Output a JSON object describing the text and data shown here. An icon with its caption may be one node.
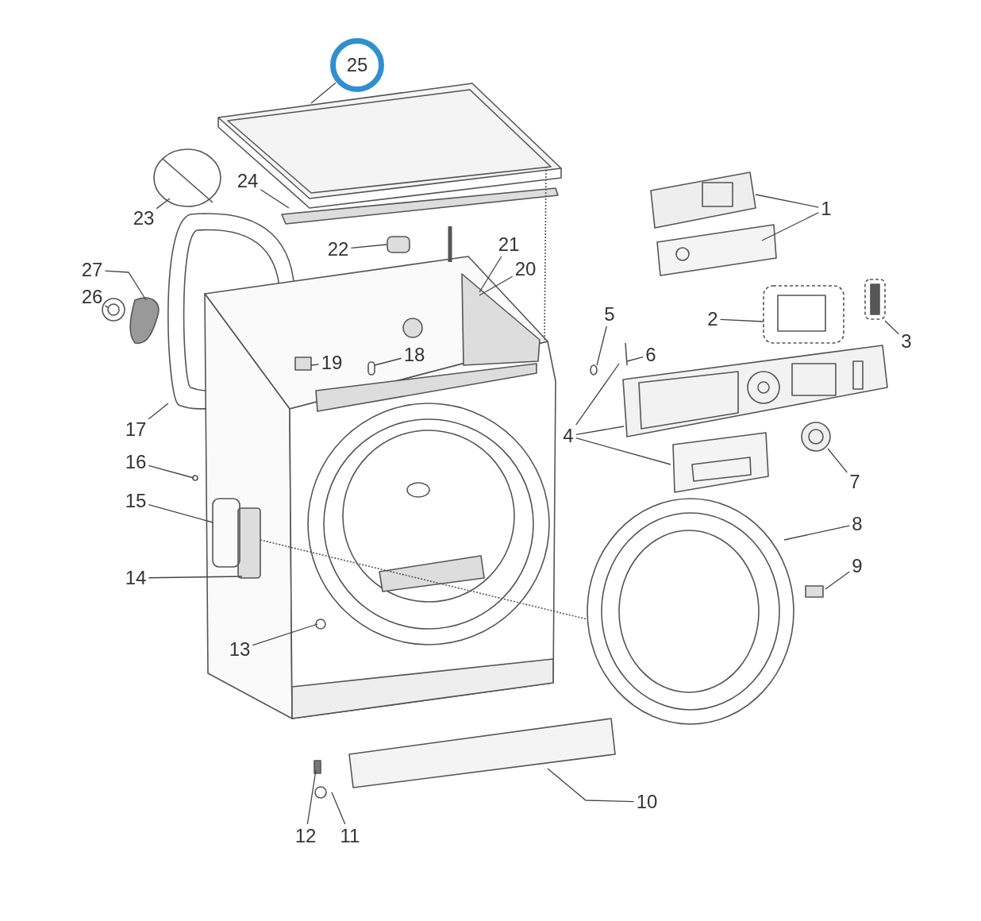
{
  "diagram": {
    "nodes": [
      {
        "text": [
          "1"
        ]
      },
      {
        "text": [
          "2"
        ]
      },
      {
        "text": [
          "3"
        ]
      },
      {
        "text": [
          "4"
        ]
      },
      {
        "text": [
          "5"
        ]
      },
      {
        "text": [
          "6"
        ]
      },
      {
        "text": [
          "7"
        ]
      },
      {
        "text": [
          "8"
        ]
      },
      {
        "text": [
          "9"
        ]
      },
      {
        "text": [
          "10"
        ]
      },
      {
        "text": [
          "11"
        ]
      },
      {
        "text": [
          "12"
        ]
      },
      {
        "text": [
          "13"
        ]
      },
      {
        "text": [
          "14"
        ]
      },
      {
        "text": [
          "15"
        ]
      },
      {
        "text": [
          "16"
        ]
      },
      {
        "text": [
          "17"
        ]
      },
      {
        "text": [
          "18"
        ]
      },
      {
        "text": [
          "19"
        ]
      },
      {
        "text": [
          "20"
        ]
      },
      {
        "text": [
          "21"
        ]
      },
      {
        "text": [
          "22"
        ]
      },
      {
        "text": [
          "23"
        ]
      },
      {
        "text": [
          "24"
        ]
      },
      {
        "text": [
          "25"
        ]
      },
      {
        "text": [
          "26"
        ]
      },
      {
        "text": [
          "27"
        ]
      }
    ],
    "edges": [
      {
        "from": 0,
        "to": null,
        "arrow": "none"
      },
      {
        "from": 0,
        "to": null,
        "arrow": "none"
      },
      {
        "from": 1,
        "to": null,
        "arrow": "none"
      },
      {
        "from": 2,
        "to": null,
        "arrow": "none"
      },
      {
        "from": 3,
        "to": null,
        "arrow": "none"
      },
      {
        "from": 3,
        "to": null,
        "arrow": "none"
      },
      {
        "from": 3,
        "to": null,
        "arrow": "none"
      },
      {
        "from": 4,
        "to": null,
        "arrow": "none"
      },
      {
        "from": 5,
        "to": null,
        "arrow": "none"
      },
      {
        "from": 6,
        "to": null,
        "arrow": "none"
      },
      {
        "from": 7,
        "to": null,
        "arrow": "none"
      },
      {
        "from": 8,
        "to": null,
        "arrow": "none"
      },
      {
        "from": 9,
        "to": null,
        "arrow": "none"
      },
      {
        "from": 10,
        "to": null,
        "arrow": "none"
      },
      {
        "from": 11,
        "to": null,
        "arrow": "none"
      },
      {
        "from": 12,
        "to": null,
        "arrow": "none"
      },
      {
        "from": 13,
        "to": null,
        "arrow": "none"
      },
      {
        "from": 14,
        "to": null,
        "arrow": "none"
      },
      {
        "from": 15,
        "to": null,
        "arrow": "none"
      },
      {
        "from": 16,
        "to": null,
        "arrow": "none"
      },
      {
        "from": 17,
        "to": null,
        "arrow": "none"
      },
      {
        "from": 18,
        "to": null,
        "arrow": "none"
      },
      {
        "from": 19,
        "to": null,
        "arrow": "none"
      },
      {
        "from": 20,
        "to": null,
        "arrow": "none"
      },
      {
        "from": 21,
        "to": null,
        "arrow": "none"
      },
      {
        "from": 22,
        "to": null,
        "arrow": "none"
      },
      {
        "from": 23,
        "to": null,
        "arrow": "none"
      },
      {
        "from": 24,
        "to": null,
        "arrow": "none"
      },
      {
        "from": 25,
        "to": null,
        "arrow": "none"
      },
      {
        "from": 26,
        "to": null,
        "arrow": "none"
      }
    ]
  }
}
